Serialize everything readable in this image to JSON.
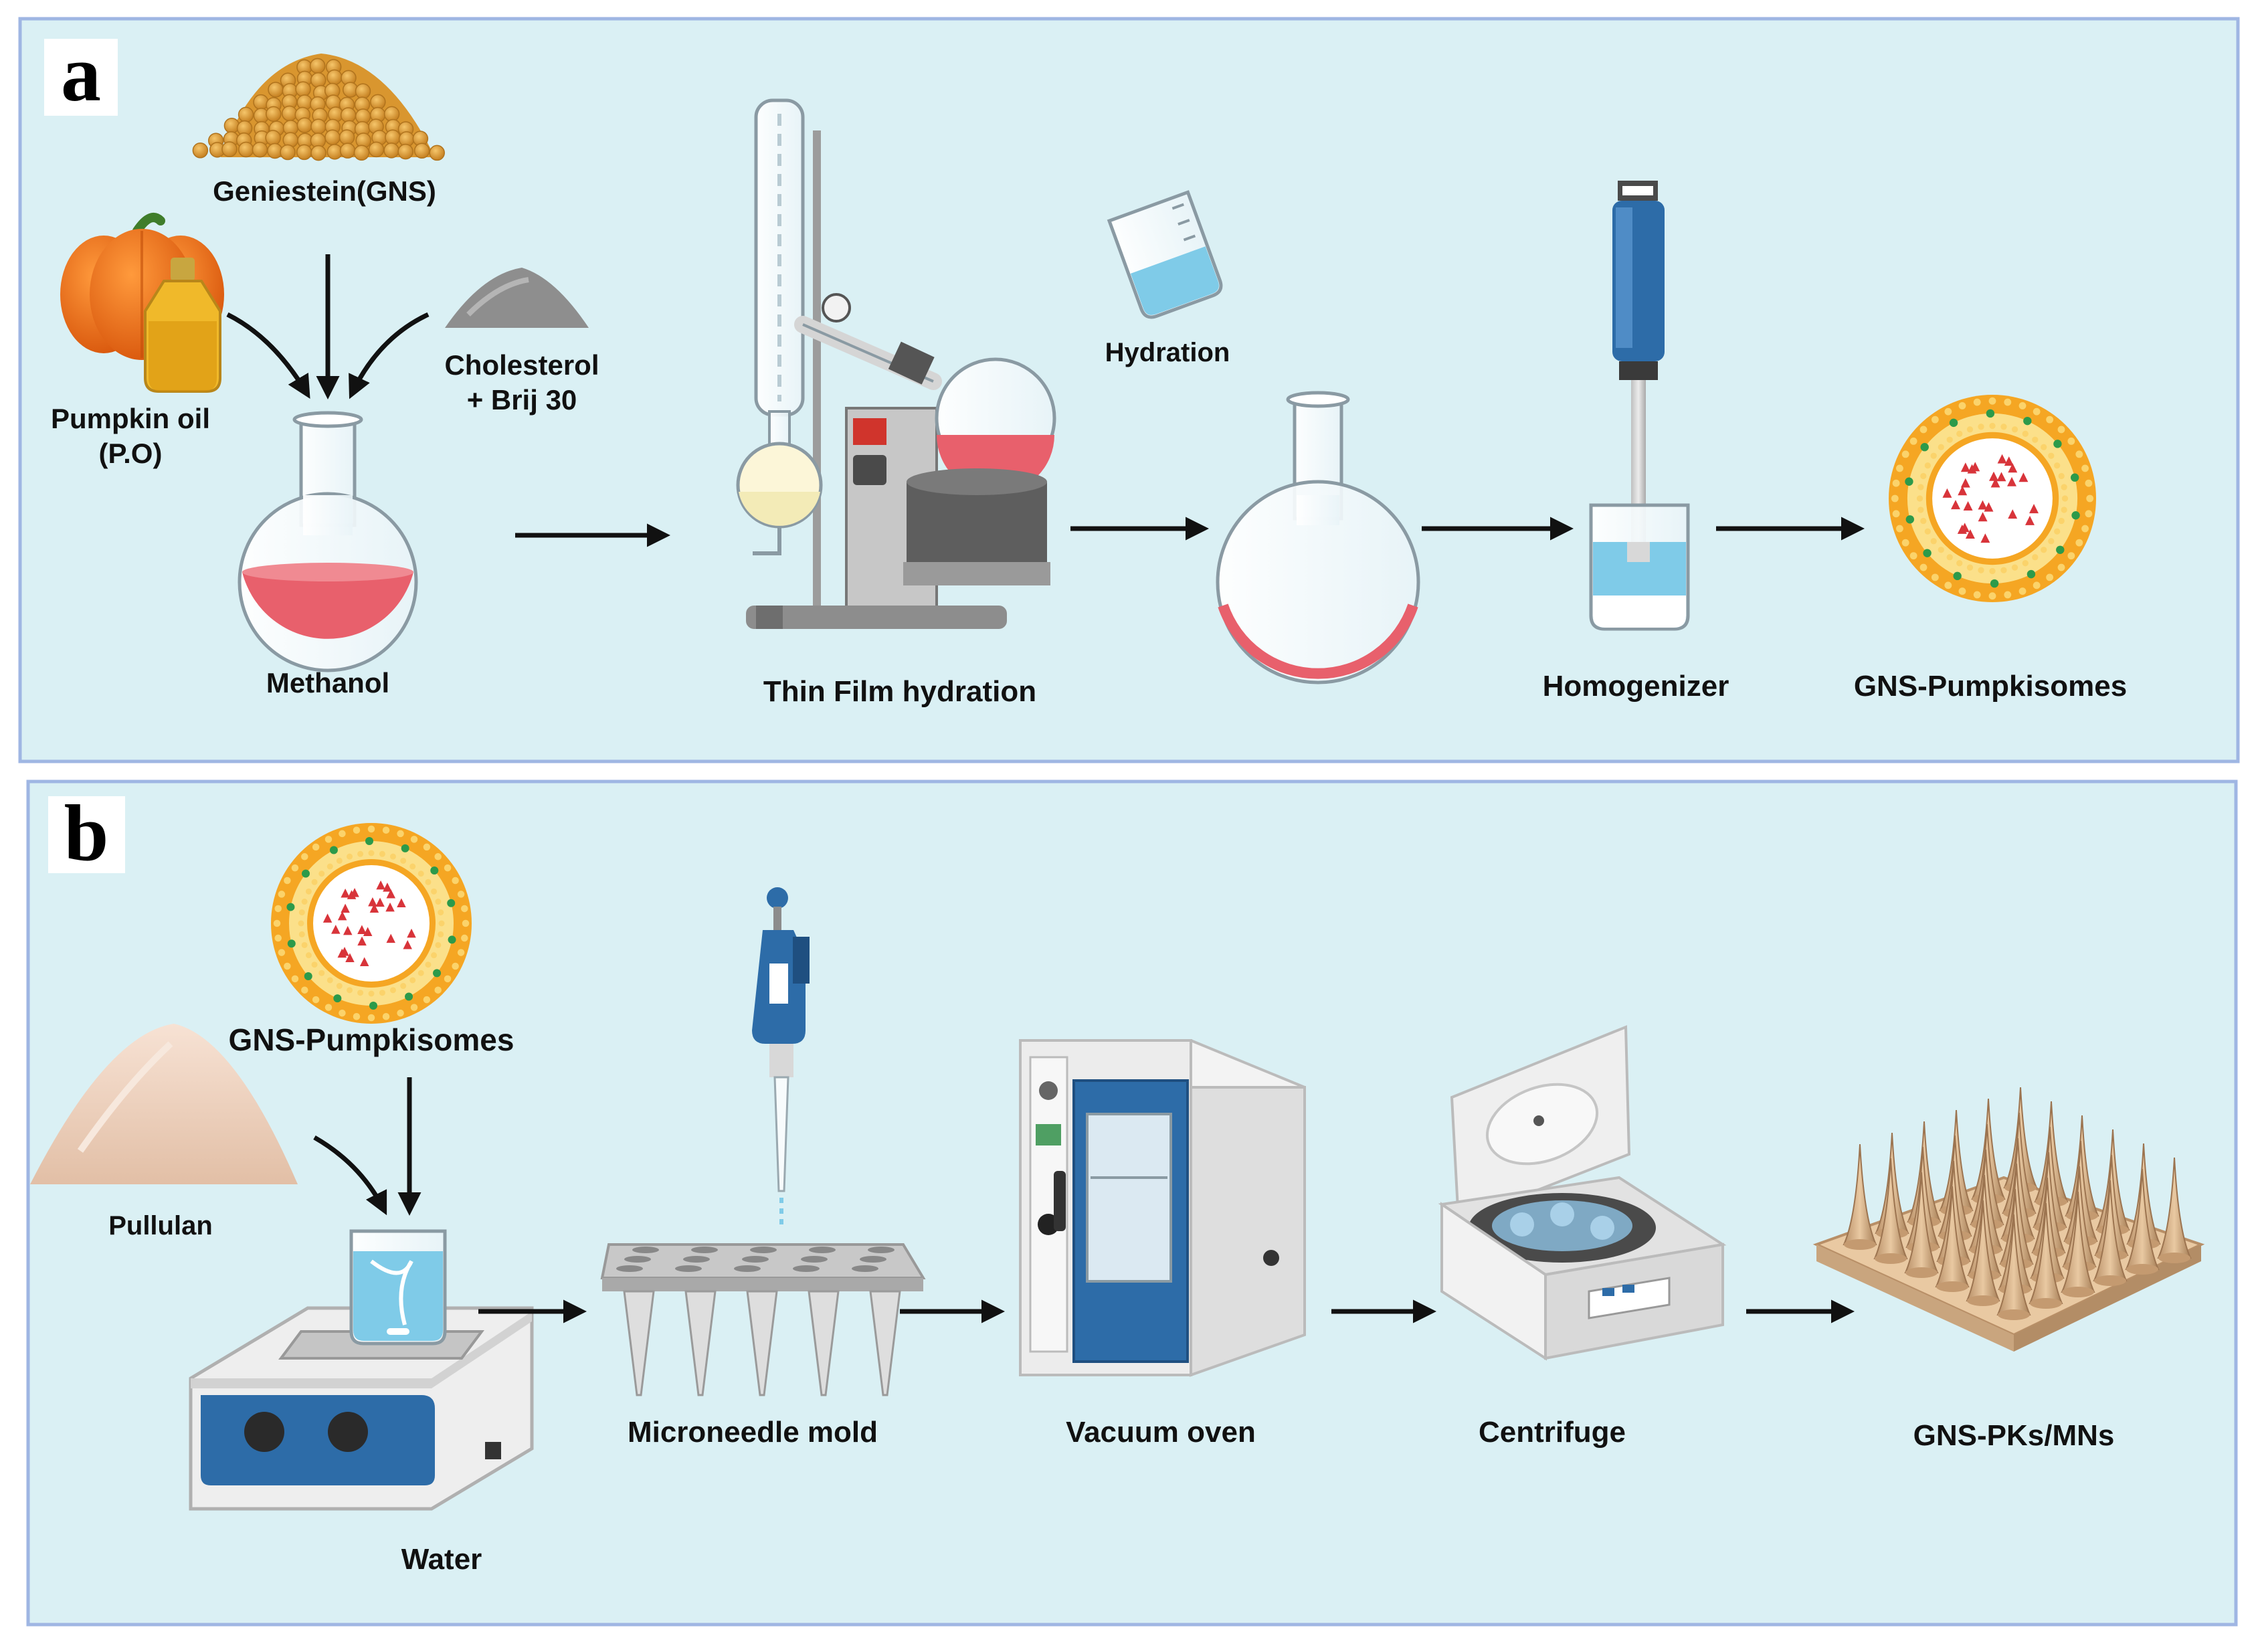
{
  "panels": {
    "a": {
      "label": "a",
      "labels": {
        "genistein": "Geniestein(GNS)",
        "pumpkin_oil_1": "Pumpkin oil",
        "pumpkin_oil_2": "(P.O)",
        "cholesterol_1": "Cholesterol",
        "cholesterol_2": "+ Brij 30",
        "methanol": "Methanol",
        "thin_film": "Thin Film hydration",
        "hydration": "Hydration",
        "homogenizer": "Homogenizer",
        "pumpkisomes": "GNS-Pumpkisomes"
      }
    },
    "b": {
      "label": "b",
      "labels": {
        "pumpkisomes": "GNS-Pumpkisomes",
        "pullulan": "Pullulan",
        "water": "Water",
        "mold": "Microneedle mold",
        "oven": "Vacuum oven",
        "centrifuge": "Centrifuge",
        "product": "GNS-PKs/MNs"
      }
    }
  },
  "colors": {
    "panel_fill": "#daf0f4",
    "panel_border": "#9fb6e3",
    "methanol_liquid": "#e8606c",
    "vesicle_orange": "#f5a623",
    "vesicle_yellow": "#fbe08a",
    "drug_red": "#d8343a",
    "marker_green": "#2c9a4a",
    "water_blue": "#7fcbe8",
    "device_blue": "#2d6ca8"
  },
  "icons": {
    "soybeans": "soybean-pile-icon",
    "pumpkin": "pumpkin-icon",
    "oil_bottle": "oil-bottle-icon",
    "powder": "powder-pile-icon",
    "flask": "round-bottom-flask-icon",
    "rotary_evaporator": "rotary-evaporator-icon",
    "beaker": "beaker-icon",
    "homogenizer": "homogenizer-icon",
    "vesicle": "pumpkisome-vesicle-icon",
    "stirrer": "magnetic-stirrer-icon",
    "pipette": "pipette-icon",
    "mold": "microneedle-mold-icon",
    "oven": "vacuum-oven-icon",
    "centrifuge": "centrifuge-icon",
    "patch": "microneedle-patch-icon"
  }
}
